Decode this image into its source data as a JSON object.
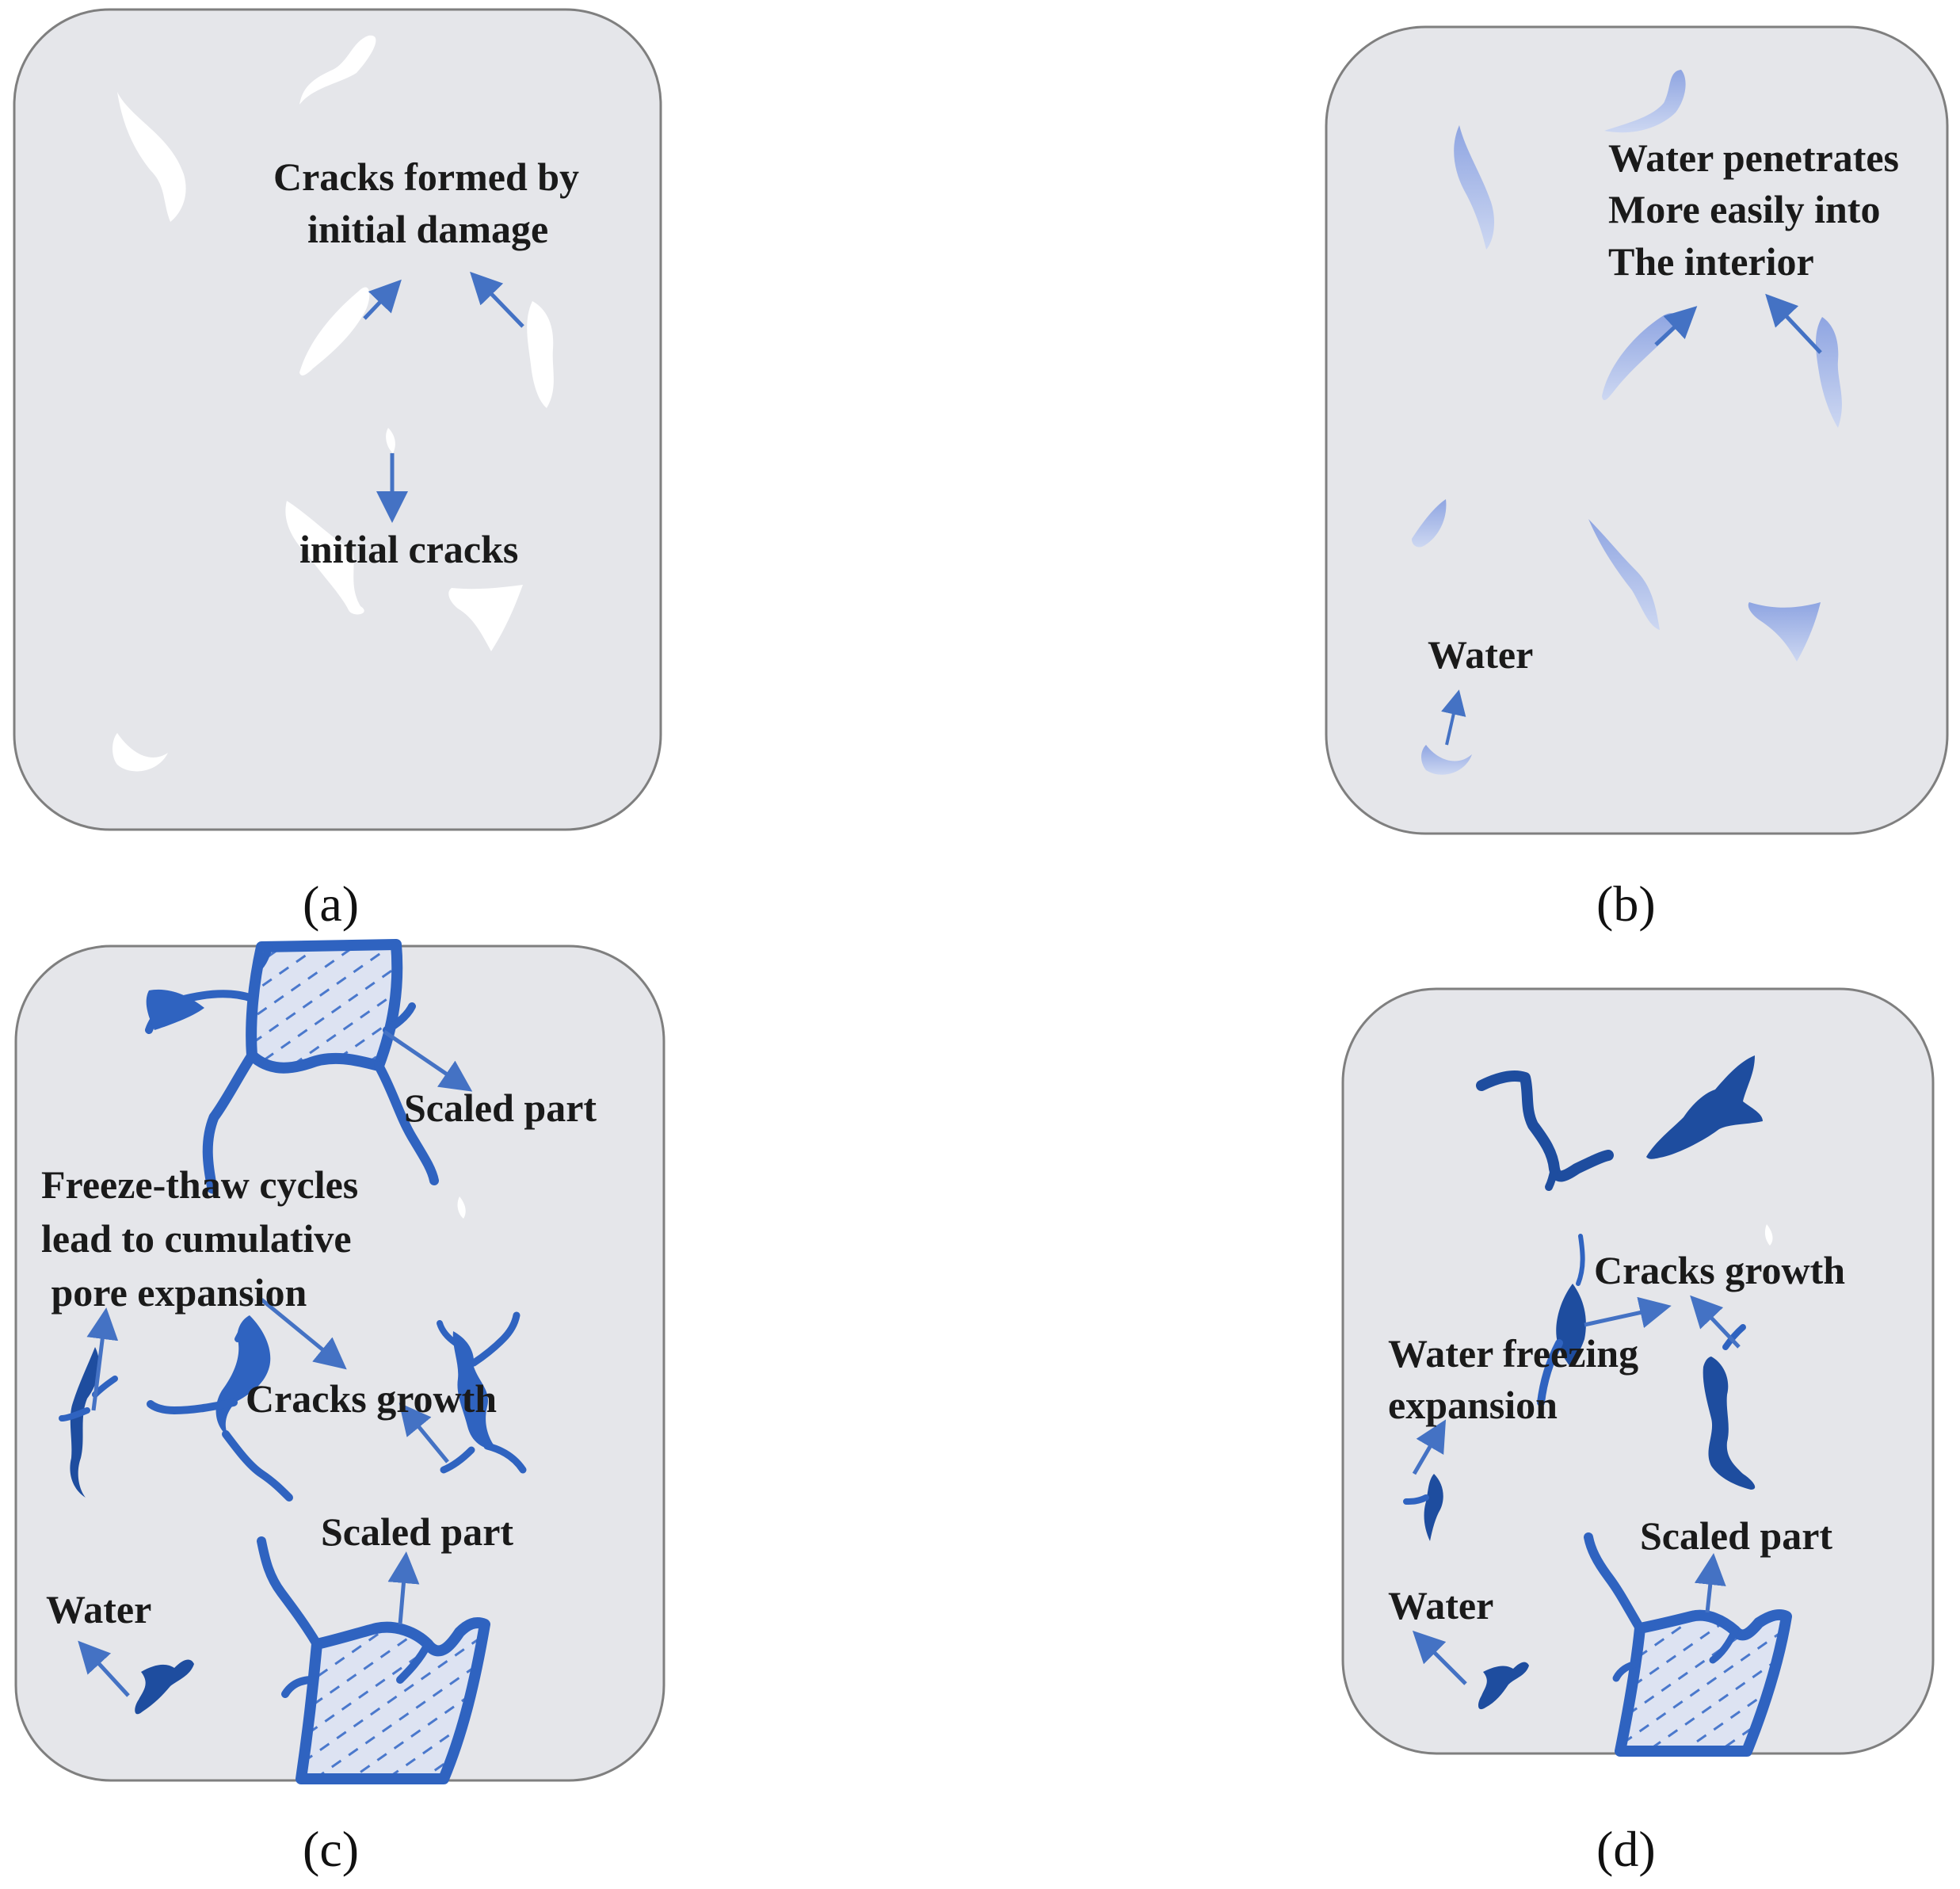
{
  "colors": {
    "panel_fill": "#e5e6ea",
    "panel_stroke": "#7f7f7f",
    "crack_white": "#ffffff",
    "water_light": "#8ea6e6",
    "crack_blue": "#2f63c0",
    "crack_dark": "#1e4d9f",
    "arrow": "#4472c4"
  },
  "icons": {
    "crack": "crack-shape-icon",
    "water": "water-drop-icon",
    "arrow": "arrow-icon",
    "scaled": "hatched-scaled-region-icon"
  },
  "panels": {
    "a": {
      "caption": "(a)",
      "label_cracks_damage": [
        "Cracks formed by",
        "initial damage"
      ],
      "label_initial_cracks": "initial cracks"
    },
    "b": {
      "caption": "(b)",
      "label_penetrates": [
        "Water penetrates",
        "More easily into",
        "The interior"
      ],
      "label_water": "Water"
    },
    "c": {
      "caption": "(c)",
      "label_scaled_top": "Scaled part",
      "label_freeze": [
        "Freeze-thaw cycles",
        "lead to cumulative",
        " pore expansion"
      ],
      "label_cracks_growth": "Cracks growth",
      "label_scaled_bottom": "Scaled part",
      "label_water": "Water"
    },
    "d": {
      "caption": "(d)",
      "label_cracks_growth": "Cracks growth",
      "label_freezing": [
        "Water freezing",
        "expansion"
      ],
      "label_scaled": "Scaled part",
      "label_water": "Water"
    }
  }
}
